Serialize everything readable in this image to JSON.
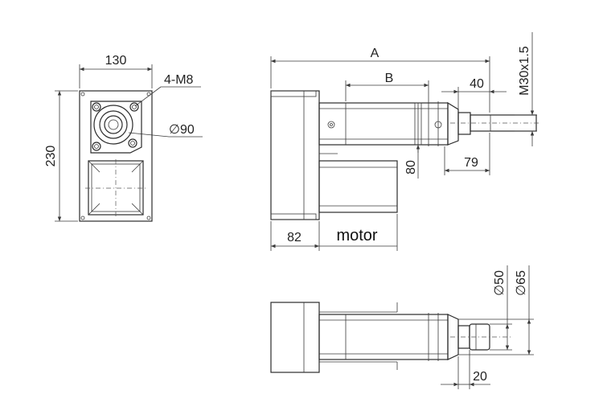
{
  "dimensions": {
    "width_130": "130",
    "height_230": "230",
    "bolts": "4-M8",
    "dia_90": "∅90",
    "A": "A",
    "B": "B",
    "d40": "40",
    "thread": "M30x1.5",
    "d80": "80",
    "d79": "79",
    "d82": "82",
    "dia_50": "∅50",
    "dia_65": "∅65",
    "d20": "20"
  },
  "labels": {
    "motor": "motor"
  }
}
